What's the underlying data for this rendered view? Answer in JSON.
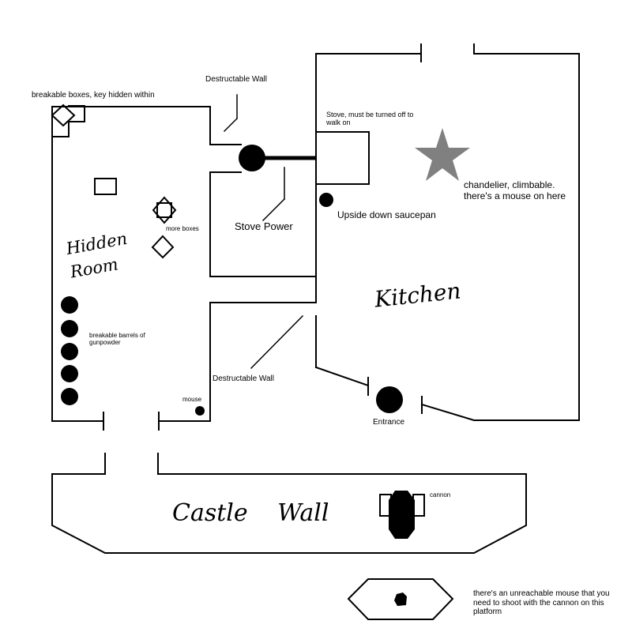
{
  "labels": {
    "breakable_boxes": "breakable boxes, key hidden within",
    "destructable_wall_top": "Destructable Wall",
    "stove": "Stove, must be turned off to walk on",
    "chandelier": "chandelier, climbable. there's a mouse on here",
    "upside_down_saucepan": "Upside down saucepan",
    "stove_power": "Stove Power",
    "more_boxes": "more boxes",
    "hidden_room": "Hidden Room",
    "kitchen": "Kitchen",
    "breakable_barrels": "breakable barrels of gunpowder",
    "destructable_wall_bottom": "Destructable Wall",
    "mouse": "mouse",
    "entrance": "Entrance",
    "castle_wall": "Castle Wall",
    "cannon": "cannon",
    "unreachable_mouse": "there's an unreachable mouse that you need to shoot with the cannon on this platform"
  },
  "icons": {
    "chandelier": "star-icon",
    "barrel": "circle-icon",
    "box": "square-icon",
    "cannon": "cannon-icon",
    "mouse": "mouse-icon"
  },
  "colors": {
    "line": "#000000",
    "chandelier": "#808080"
  }
}
